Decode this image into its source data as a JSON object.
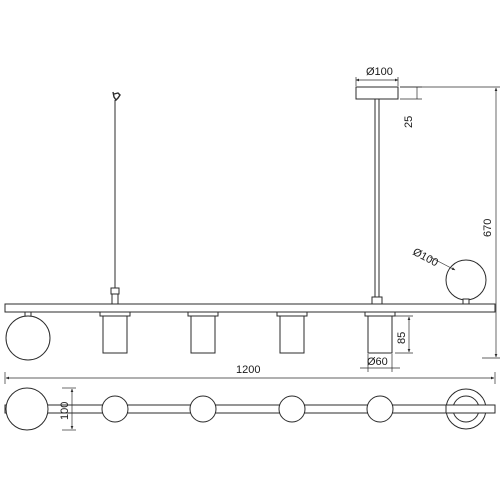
{
  "dimensions": {
    "canopy_diameter": "Ø100",
    "canopy_height": "25",
    "total_height": "670",
    "globe_diameter": "Ø100",
    "spot_height": "85",
    "spot_diameter": "Ø60",
    "bar_length": "1200",
    "plan_width": "100"
  }
}
